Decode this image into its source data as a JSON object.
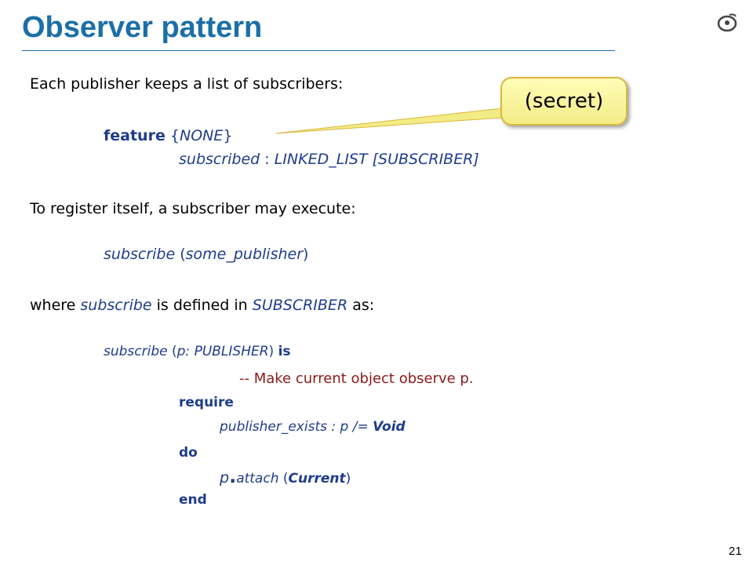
{
  "slide": {
    "title": "Observer pattern",
    "page_number": "21"
  },
  "callout": {
    "text": "(secret)"
  },
  "lines": {
    "intro": "Each publisher keeps a list of subscribers:",
    "feature_kw": "feature",
    "feature_brace_open": "{",
    "feature_none": "NONE",
    "feature_brace_close": "}",
    "subscribed_name": "subscribed",
    "subscribed_colon": " : ",
    "subscribed_type": "LINKED_LIST [SUBSCRIBER]",
    "register": "To register itself, a subscriber may execute:",
    "call_name": "subscribe",
    "call_args_open": " (",
    "call_args": "some_publisher",
    "call_args_close": ")",
    "where_1": "where ",
    "where_subscribe": "subscribe",
    "where_2": " is defined in ",
    "where_class": "SUBSCRIBER",
    "where_3": " as:",
    "sig_name": "subscribe",
    "sig_open": " (",
    "sig_param": "p: PUBLISHER",
    "sig_close": ") ",
    "sig_is": "is",
    "comment": "-- Make current object observe p.",
    "require_kw": "require",
    "assert_label": "publisher_exists",
    "assert_expr_1": " : p /= ",
    "assert_void": "Void",
    "do_kw": "do",
    "attach_target": "p",
    "attach_dot": ".",
    "attach_name": "attach",
    "attach_open": " (",
    "attach_arg": "Current",
    "attach_close": ")",
    "end_kw": "end"
  }
}
